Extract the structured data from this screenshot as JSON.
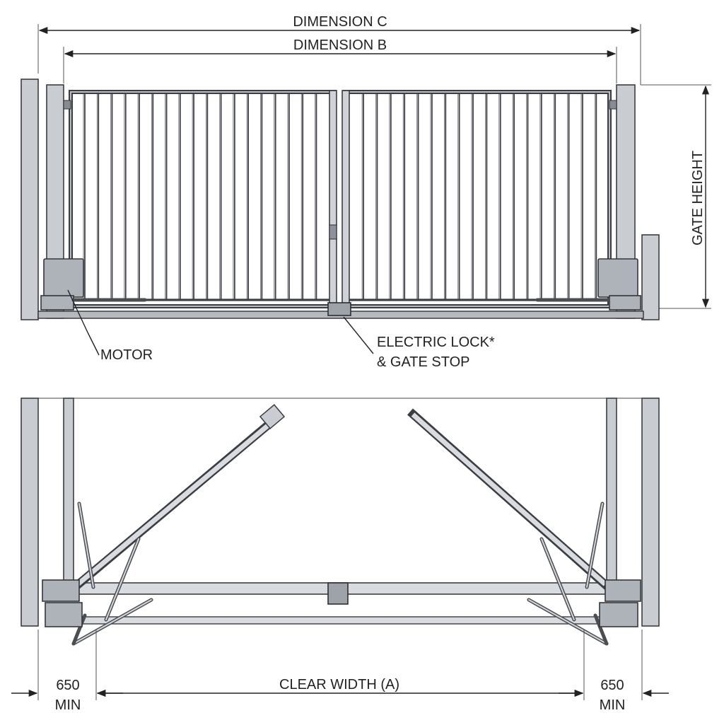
{
  "labels": {
    "dimension_c": "DIMENSION C",
    "dimension_b": "DIMENSION B",
    "gate_height": "GATE HEIGHT",
    "motor": "MOTOR",
    "electric_lock_line1": "ELECTRIC LOCK*",
    "electric_lock_line2": "& GATE STOP",
    "clear_width": "CLEAR WIDTH (A)",
    "left_min_value": "650",
    "left_min_unit": "MIN",
    "right_min_value": "650",
    "right_min_unit": "MIN"
  },
  "colors": {
    "steel_dark": "#3a3d42",
    "steel_light": "#c9cdd2",
    "line": "#222222"
  }
}
